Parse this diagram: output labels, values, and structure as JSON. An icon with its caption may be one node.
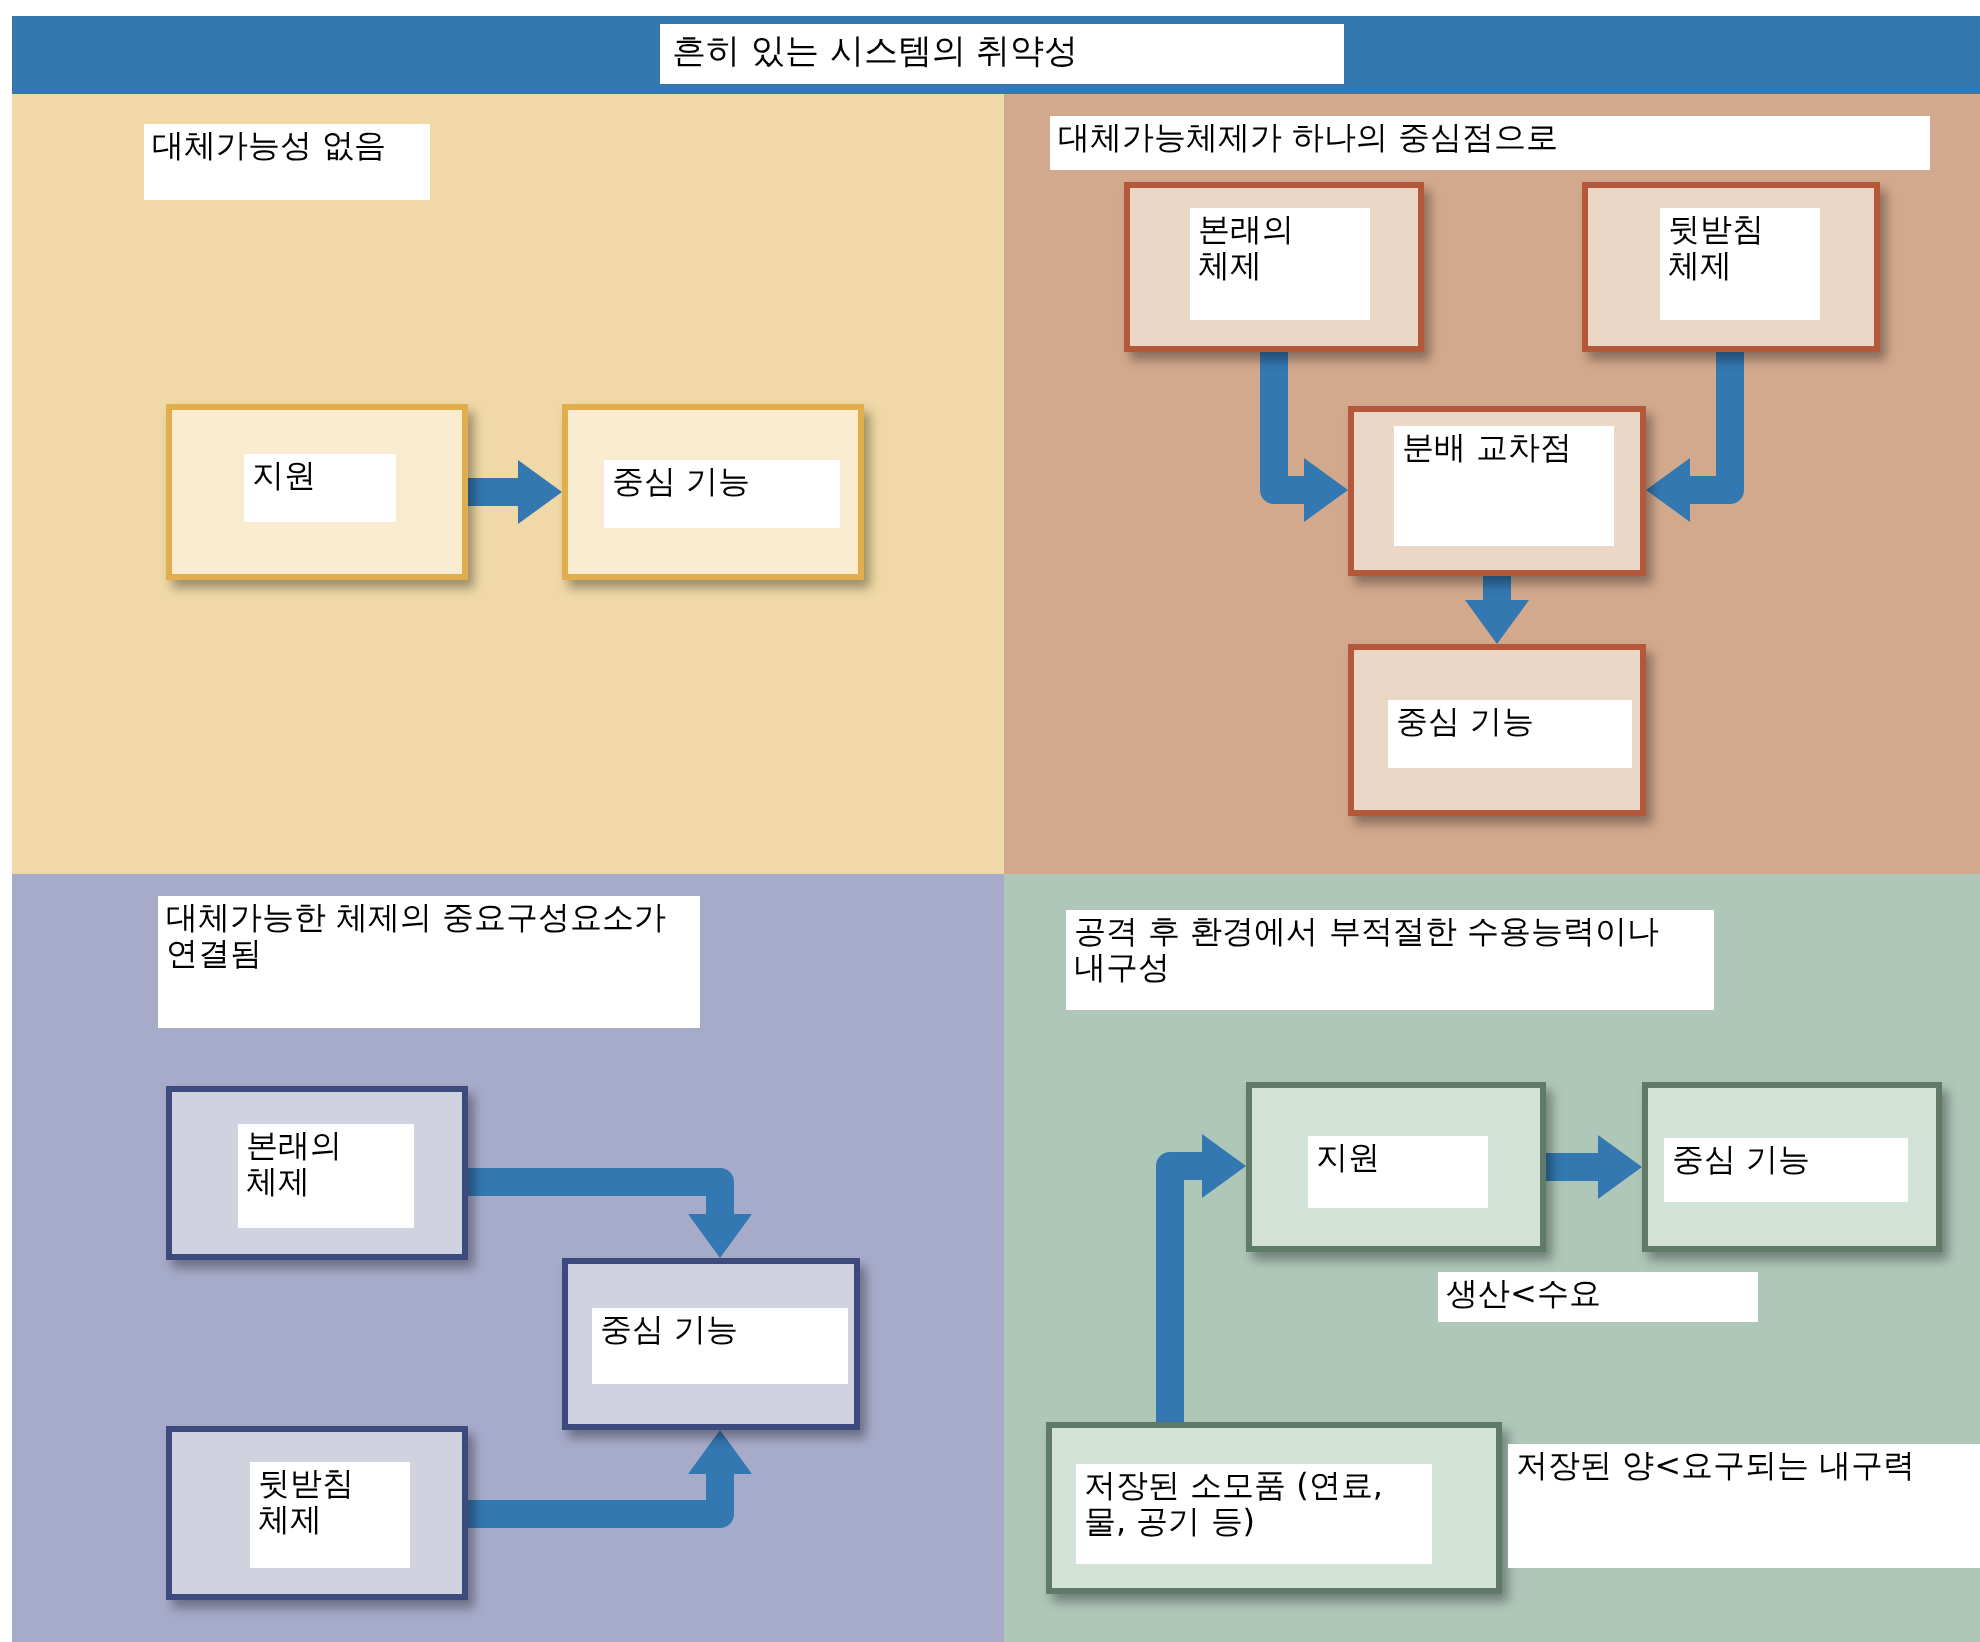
{
  "diagram": {
    "title": "흔히 있는 시스템의 취약성",
    "nodes": [
      {
        "text": [
          "대체가능성 없음"
        ]
      },
      {
        "text": [
          "지원"
        ],
        "in": 0
      },
      {
        "text": [
          "중심 기능"
        ],
        "in": 0
      },
      {
        "text": [
          "대체가능체제가 하나의 중심점으로"
        ]
      },
      {
        "text": [
          "본래의 체제"
        ],
        "in": 3
      },
      {
        "text": [
          "뒷받침 체제"
        ],
        "in": 3
      },
      {
        "text": [
          "분배 교차점"
        ],
        "in": 3
      },
      {
        "text": [
          "중심 기능"
        ],
        "in": 3
      },
      {
        "text": [
          "대체가능한 체제의 중요구성요소가 연결됨"
        ]
      },
      {
        "text": [
          "본래의 체제"
        ],
        "in": 8
      },
      {
        "text": [
          "뒷받침 체제"
        ],
        "in": 8
      },
      {
        "text": [
          "중심 기능"
        ],
        "in": 8
      },
      {
        "text": [
          "공격 후 환경에서 부적절한 수용능력이나 내구성"
        ]
      },
      {
        "text": [
          "지원"
        ],
        "in": 12
      },
      {
        "text": [
          "중심 기능"
        ],
        "in": 12
      },
      {
        "text": [
          "저장된 소모품 (연료, 물, 공기 등)"
        ],
        "in": 12,
        "beside": [
          "저장된 양<요구되는 내구력"
        ]
      }
    ],
    "edges": [
      {
        "from": 1,
        "to": 2,
        "arrow": "to"
      },
      {
        "from": 4,
        "to": 6,
        "arrow": "to"
      },
      {
        "from": 5,
        "to": 6,
        "arrow": "to"
      },
      {
        "from": 6,
        "to": 7,
        "arrow": "to"
      },
      {
        "from": 9,
        "to": 11,
        "arrow": "to"
      },
      {
        "from": 10,
        "to": 11,
        "arrow": "to"
      },
      {
        "from": 15,
        "to": 13,
        "arrow": "to"
      },
      {
        "from": 13,
        "to": 14,
        "arrow": "to"
      }
    ],
    "labels": [
      "생산<수요"
    ]
  }
}
